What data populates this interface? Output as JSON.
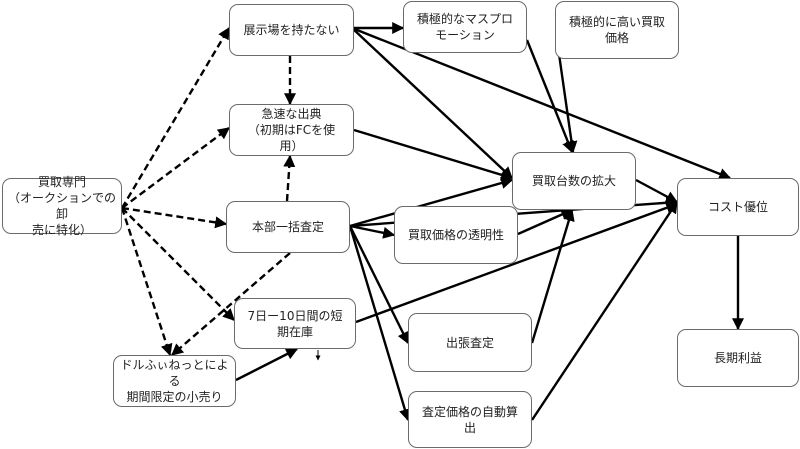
{
  "nodes": {
    "kaitori": "買取専門\n（オークションでの卸\n売に特化）",
    "tenjijo": "展示場を持たない",
    "masspro": "積極的なマスプロ\nモーション",
    "takai": "積極的に高い買取\n価格",
    "kyusoku": "急速な出典\n（初期はFCを使\n用）",
    "honbu": "本部一括査定",
    "toumei": "買取価格の透明性",
    "daisu": "買取台数の拡大",
    "cost": "コスト優位",
    "tanki": "7日ー10日間の短\n期在庫",
    "dorufuinet": "ドルふぃねっとによる\n期間限定の小売り",
    "shutcho": "出張査定",
    "jidou": "査定価格の自動算\n出",
    "choki": "長期利益"
  },
  "edges": [
    {
      "from": "kaitori",
      "to": "tenjijo",
      "style": "dashed"
    },
    {
      "from": "kaitori",
      "to": "kyusoku",
      "style": "dashed"
    },
    {
      "from": "kaitori",
      "to": "honbu",
      "style": "dashed"
    },
    {
      "from": "kaitori",
      "to": "tanki",
      "style": "dashed"
    },
    {
      "from": "kaitori",
      "to": "dorufuinet",
      "style": "dashed"
    },
    {
      "from": "tenjijo",
      "to": "kyusoku",
      "style": "dashed"
    },
    {
      "from": "honbu",
      "to": "kyusoku",
      "style": "dashed"
    },
    {
      "from": "honbu",
      "to": "dorufuinet",
      "style": "dashed"
    },
    {
      "from": "tenjijo",
      "to": "masspro",
      "style": "solid"
    },
    {
      "from": "tenjijo",
      "to": "daisu",
      "style": "solid"
    },
    {
      "from": "tenjijo",
      "to": "cost",
      "style": "solid"
    },
    {
      "from": "masspro",
      "to": "daisu",
      "style": "solid"
    },
    {
      "from": "takai",
      "to": "daisu",
      "style": "solid"
    },
    {
      "from": "kyusoku",
      "to": "daisu",
      "style": "solid"
    },
    {
      "from": "honbu",
      "to": "daisu",
      "style": "solid"
    },
    {
      "from": "honbu",
      "to": "toumei",
      "style": "solid"
    },
    {
      "from": "honbu",
      "to": "cost",
      "style": "solid"
    },
    {
      "from": "honbu",
      "to": "shutcho",
      "style": "solid"
    },
    {
      "from": "honbu",
      "to": "jidou",
      "style": "solid"
    },
    {
      "from": "toumei",
      "to": "daisu",
      "style": "solid"
    },
    {
      "from": "shutcho",
      "to": "daisu",
      "style": "solid"
    },
    {
      "from": "jidou",
      "to": "cost",
      "style": "solid"
    },
    {
      "from": "tanki",
      "to": "cost",
      "style": "solid"
    },
    {
      "from": "dorufuinet",
      "to": "tanki",
      "style": "solid"
    },
    {
      "from": "daisu",
      "to": "cost",
      "style": "solid"
    },
    {
      "from": "cost",
      "to": "choki",
      "style": "solid"
    }
  ]
}
